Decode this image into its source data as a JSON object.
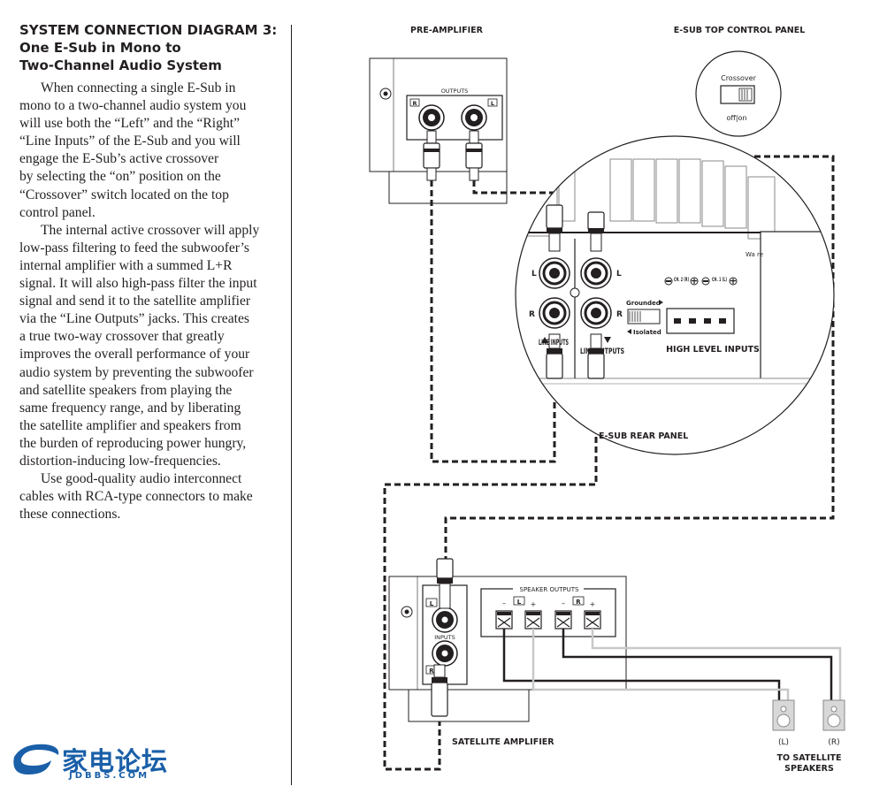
{
  "heading": {
    "line1": "SYSTEM CONNECTION DIAGRAM 3:",
    "line2": "One E-Sub in Mono to",
    "line3": "Two-Channel Audio System"
  },
  "body_lines": [
    "When connecting a single E-Sub in",
    "mono to a two-channel audio system you",
    "will use both the “Left” and the “Right”",
    "“Line Inputs” of the E-Sub and you will",
    "engage the E-Sub’s active crossover",
    "by selecting the “on” position on the",
    "“Crossover” switch located on the top",
    "control panel.",
    "The internal active crossover will apply",
    "low-pass filtering to feed the subwoofer’s",
    "internal amplifier with a summed L+R",
    "signal. It will also high-pass filter the input",
    "signal and send it to the satellite amplifier",
    "via the “Line Outputs” jacks. This creates",
    "a true two-way crossover that greatly",
    "improves the overall performance of your",
    "audio system by preventing the subwoofer",
    "and satellite speakers from playing the",
    "same frequency range, and by liberating",
    "the satellite amplifier and speakers from",
    "the burden of reproducing power hungry,",
    "distortion-inducing low-frequencies.",
    "Use good-quality audio interconnect",
    "cables with RCA-type connectors to make",
    "these connections."
  ],
  "diagram": {
    "preamp_title": "PRE-AMPLIFIER",
    "preamp_outputs": "OUTPUTS",
    "preamp_r": "R",
    "preamp_l": "L",
    "topctrl_title": "E-SUB TOP CONTROL PANEL",
    "crossover_label": "Crossover",
    "crossover_state": "off|on",
    "rear_title": "E-SUB REAR PANEL",
    "jack_l": "L",
    "jack_r": "R",
    "line_inputs": "LINE INPUTS",
    "line_outputs": "LINE OUTPUTS",
    "grounded": "Grounded",
    "isolated": "Isolated",
    "ch2": "CH. 2 (R)",
    "ch1": "CH. 1 (L)",
    "high_level": "HIGH LEVEL INPUTS",
    "partial_text": "Wa re",
    "sat_title": "SATELLITE AMPLIFIER",
    "sat_inputs": "INPUTS",
    "sat_l": "L",
    "sat_r": "R",
    "speaker_outputs": "SPEAKER OUTPUTS",
    "spk_l": "L",
    "spk_r": "R",
    "minus": "–",
    "plus": "+",
    "spk_left": "(L)",
    "spk_right": "(R)",
    "to_sat1": "TO SATELLITE",
    "to_sat2": "SPEAKERS"
  },
  "watermark": {
    "cn": "家电论坛",
    "en": "JDBBS.COM"
  },
  "colors": {
    "ink": "#231f20",
    "watermark": "#1a5fa8"
  }
}
